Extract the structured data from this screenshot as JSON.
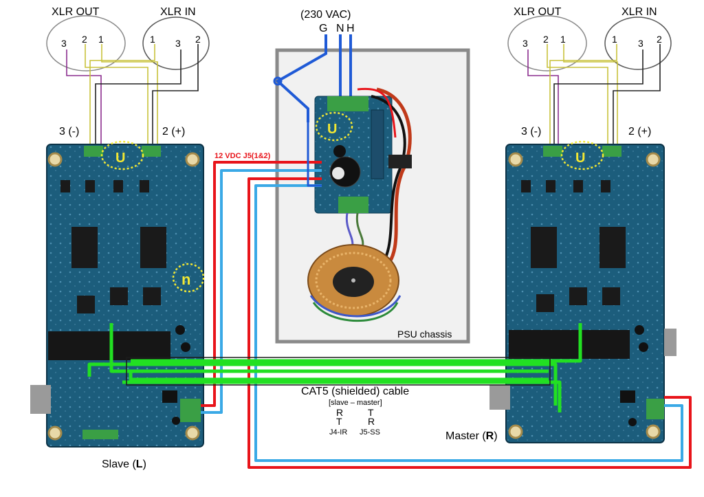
{
  "top": {
    "left_xlr_out": "XLR OUT",
    "left_xlr_in": "XLR IN",
    "right_xlr_out": "XLR OUT",
    "right_xlr_in": "XLR IN",
    "mains": "(230 VAC)",
    "mains_g": "G",
    "mains_n": "N",
    "mains_h": "H",
    "pin_3": "3",
    "pin_2": "2",
    "pin_1": "1"
  },
  "labels": {
    "minus": "3 (-)",
    "plus": "2 (+)",
    "power": "12 VDC J5(1&2)",
    "psu": "PSU chassis",
    "cat5": "CAT5 (shielded) cable",
    "cat5_sub": "[slave – master]",
    "row1_l": "R",
    "row1_r": "T",
    "row2_l": "T",
    "row2_r": "R",
    "row3_l": "J4-IR",
    "row3_r": "J5-SS",
    "slave_prefix": "Slave (",
    "slave_bold": "L",
    "slave_suffix": ")",
    "master_prefix": "Master (",
    "master_bold": "R",
    "master_suffix": ")",
    "u_mark": "U",
    "n_mark": "n"
  },
  "colors": {
    "pcb": "#1c5d7c",
    "red_wire": "#e8141a",
    "blue_wire": "#3aa9e6",
    "mains_blue": "#1f5ad6",
    "green_cable": "#22e022",
    "yellow_wire": "#c8c23a",
    "purple_wire": "#8a2c8e"
  }
}
